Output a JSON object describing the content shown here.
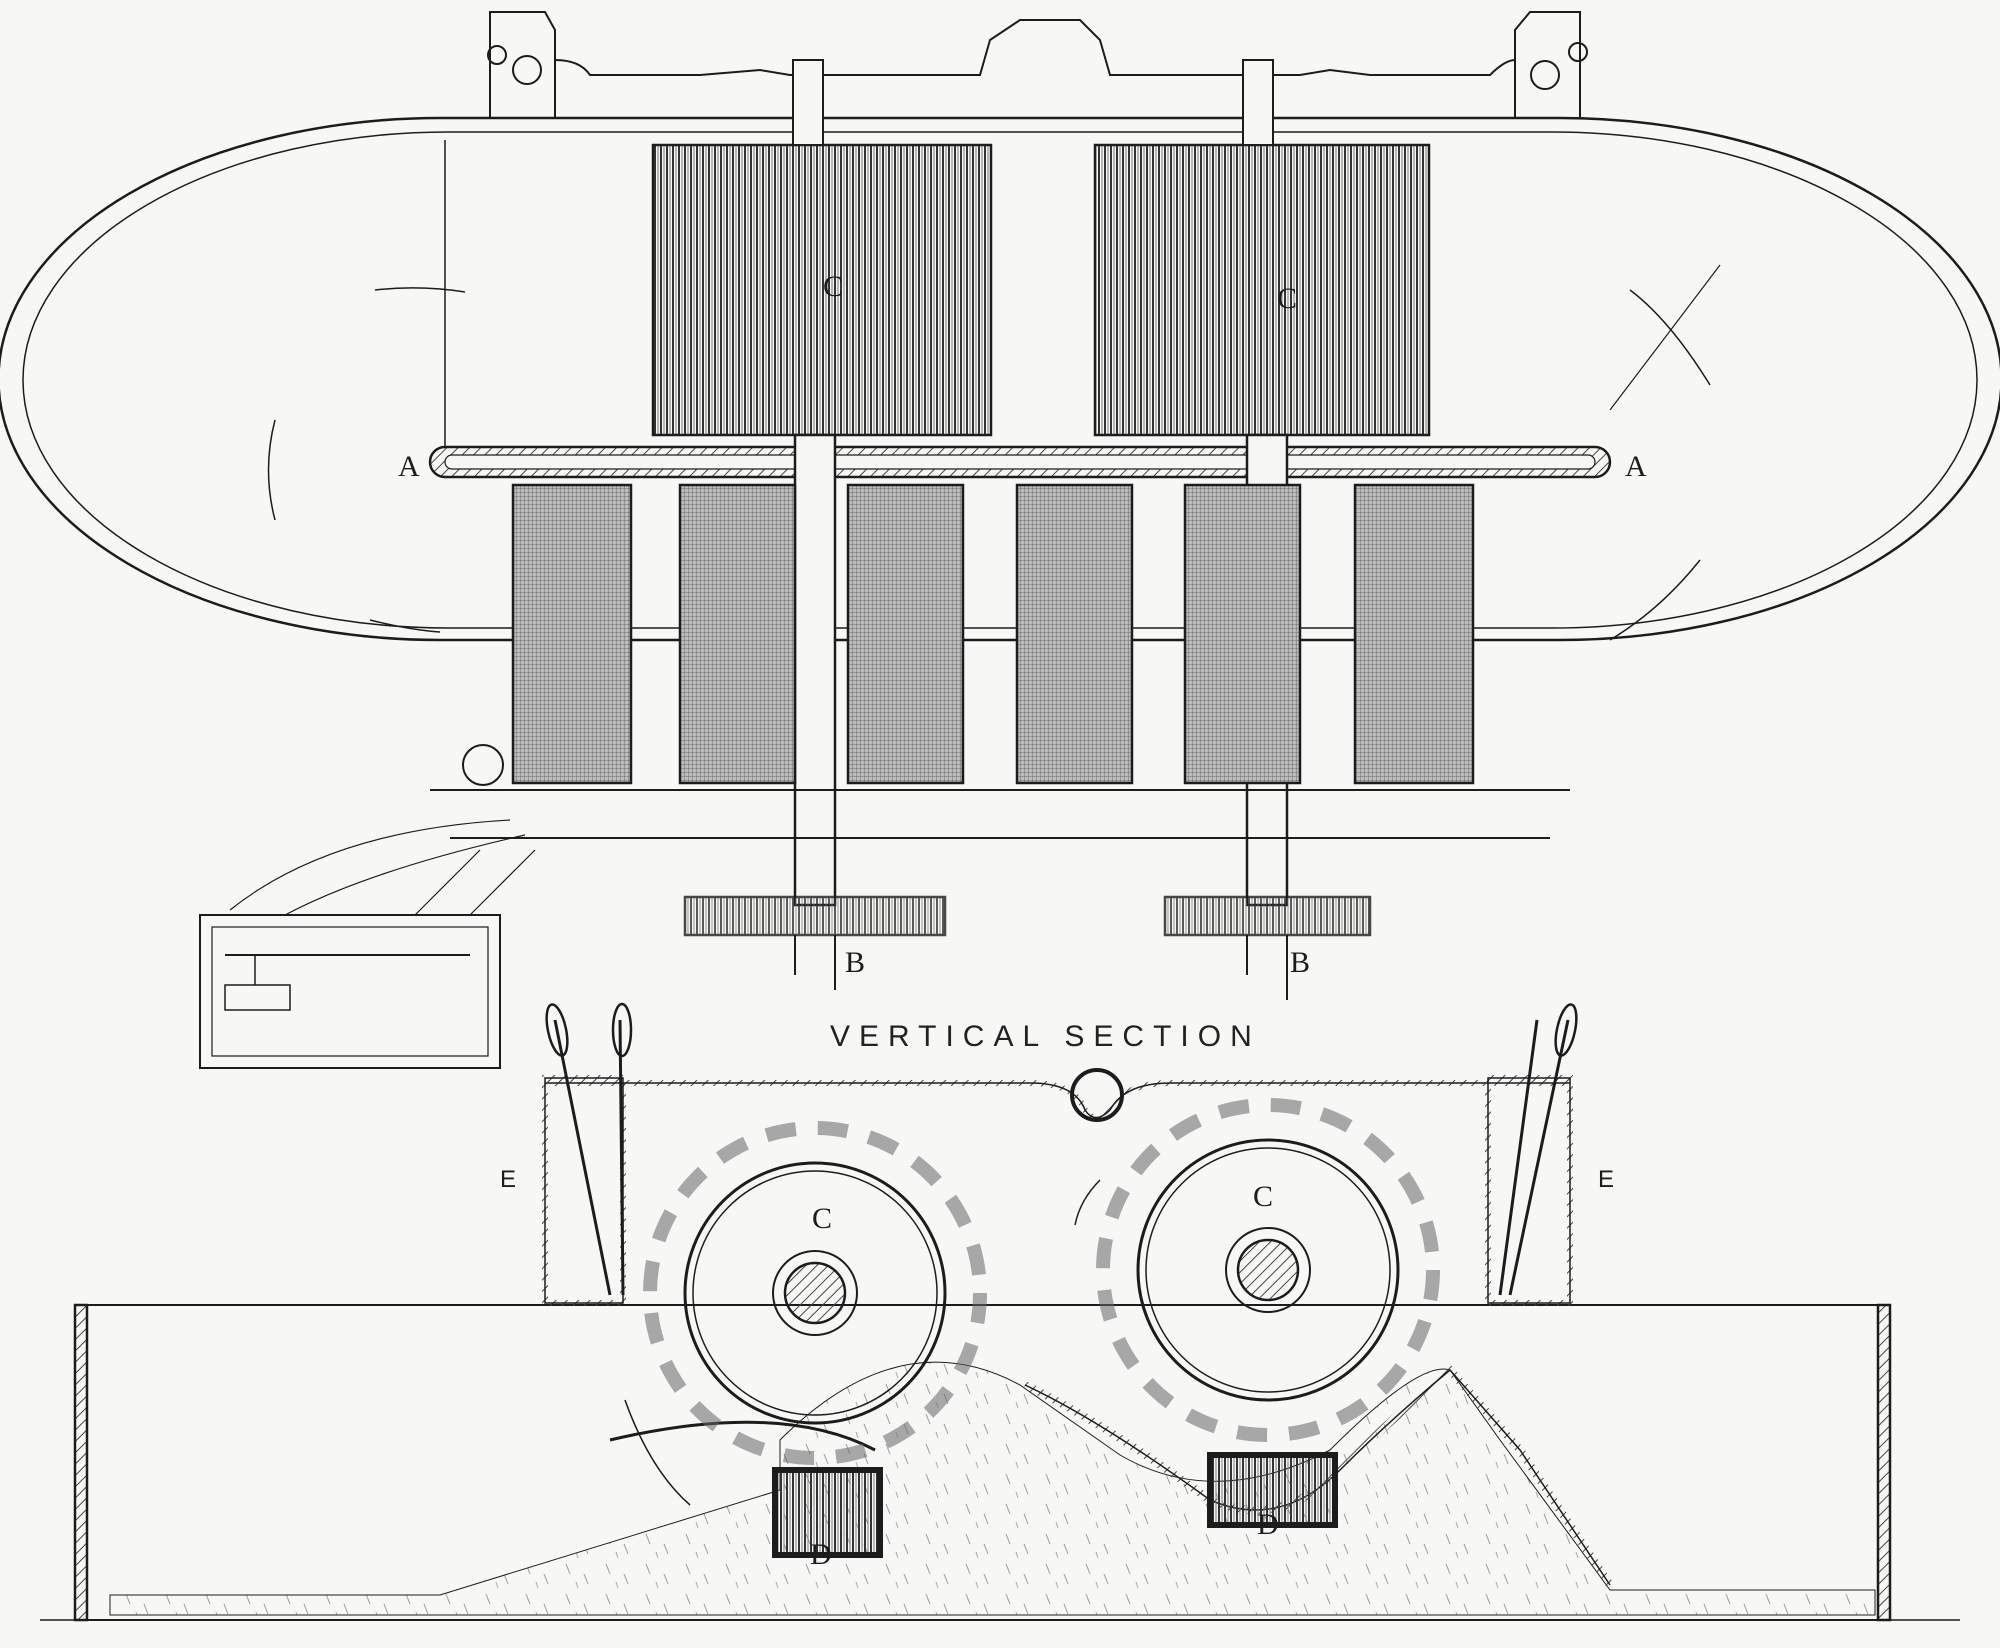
{
  "figure": {
    "title": "VERTICAL SECTION",
    "plan_view": {
      "labels": {
        "A_left": "A",
        "A_right": "A",
        "C_left": "C",
        "C_right": "C",
        "B_left": "B",
        "B_right": "B"
      }
    },
    "section_view": {
      "labels": {
        "E_left": "E",
        "E_right": "E",
        "C_left": "C",
        "C_right": "C",
        "D_left": "D",
        "D_right": "D"
      }
    },
    "colors": {
      "ink": "#1c1c1c",
      "paper": "#f7f7f5",
      "hatch": "#555555"
    }
  }
}
